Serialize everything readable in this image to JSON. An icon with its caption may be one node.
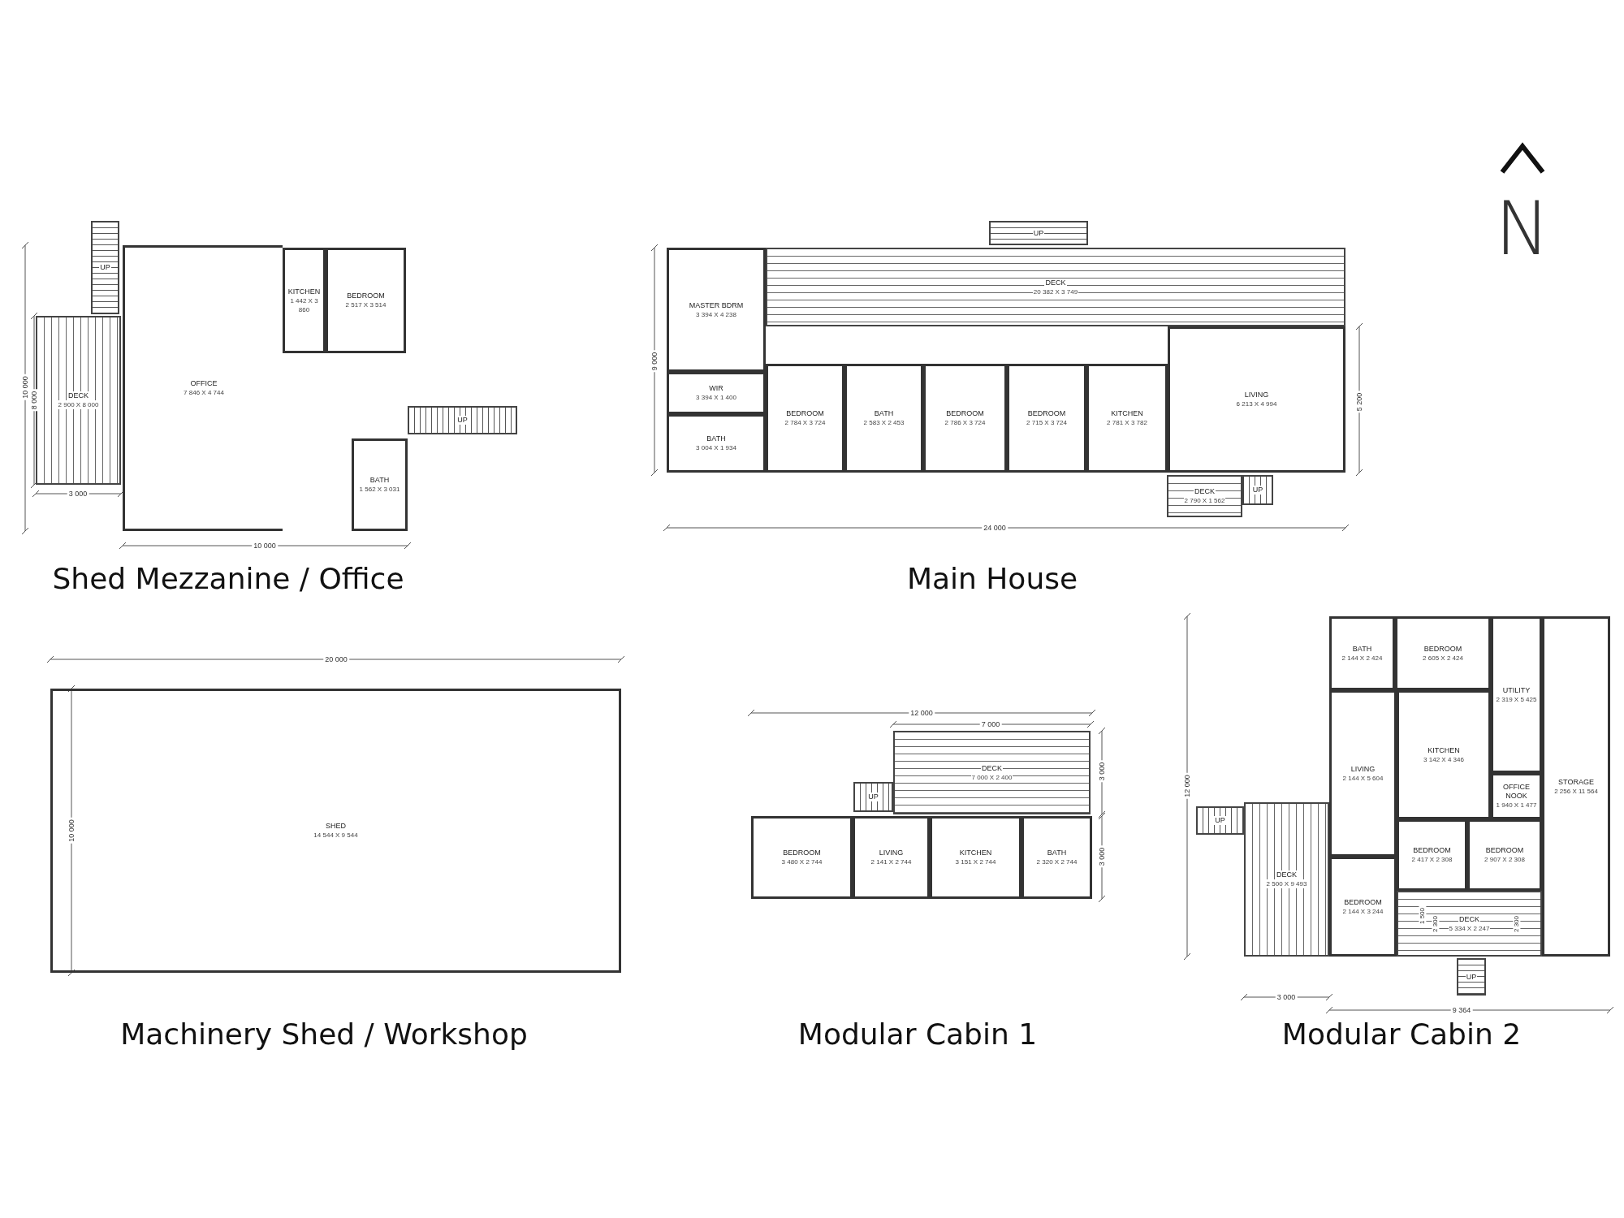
{
  "diagram": {
    "nodes": [
      {
        "text": [
          "Shed Mezzanine / Office"
        ]
      },
      {
        "text": [
          "UP"
        ],
        "in": 0
      },
      {
        "text": [
          "KITCHEN",
          "1 442 X 3 860"
        ],
        "in": 0
      },
      {
        "text": [
          "BEDROOM",
          "2 517 X 3 514"
        ],
        "in": 0
      },
      {
        "text": [
          "DECK",
          "2 900 X 8 000"
        ],
        "in": 0
      },
      {
        "text": [
          "OFFICE",
          "7 846 X 4 744"
        ],
        "in": 0
      },
      {
        "text": [
          "UP"
        ],
        "in": 0
      },
      {
        "text": [
          "BATH",
          "1 562 X 3 031"
        ],
        "in": 0
      },
      {
        "text": [
          "Main House"
        ]
      },
      {
        "text": [
          "UP"
        ],
        "in": 8
      },
      {
        "text": [
          "DECK",
          "20 382 X 3 749"
        ],
        "in": 8
      },
      {
        "text": [
          "MASTER BDRM",
          "3 394 X 4 238"
        ],
        "in": 8
      },
      {
        "text": [
          "LIVING",
          "6 213 X 4 994"
        ],
        "in": 8
      },
      {
        "text": [
          "WIR",
          "3 394 X 1 400"
        ],
        "in": 8
      },
      {
        "text": [
          "BEDROOM",
          "2 784 X 3 724"
        ],
        "in": 8
      },
      {
        "text": [
          "BATH",
          "2 583 X 2 453"
        ],
        "in": 8
      },
      {
        "text": [
          "BEDROOM",
          "2 786 X 3 724"
        ],
        "in": 8
      },
      {
        "text": [
          "BEDROOM",
          "2 715 X 3 724"
        ],
        "in": 8
      },
      {
        "text": [
          "KITCHEN",
          "2 781 X 3 782"
        ],
        "in": 8
      },
      {
        "text": [
          "BATH",
          "3 004 X 1 934"
        ],
        "in": 8
      },
      {
        "text": [
          "DECK",
          "2 790 X 1 562"
        ],
        "in": 8
      },
      {
        "text": [
          "UP"
        ],
        "in": 8
      },
      {
        "text": [
          "Machinery Shed / Workshop"
        ]
      },
      {
        "text": [
          "SHED",
          "14 544 X 9 544"
        ],
        "in": 22
      },
      {
        "text": [
          "Modular Cabin 1"
        ]
      },
      {
        "text": [
          "DECK",
          "7 000 X 2 400"
        ],
        "in": 24
      },
      {
        "text": [
          "UP"
        ],
        "in": 24
      },
      {
        "text": [
          "BEDROOM",
          "3 480 X 2 744"
        ],
        "in": 24
      },
      {
        "text": [
          "LIVING",
          "2 141 X 2 744"
        ],
        "in": 24
      },
      {
        "text": [
          "KITCHEN",
          "3 151 X 2 744"
        ],
        "in": 24
      },
      {
        "text": [
          "BATH",
          "2 320 X 2 744"
        ],
        "in": 24
      },
      {
        "text": [
          "Modular Cabin 2"
        ]
      },
      {
        "text": [
          "BATH",
          "2 144 X 2 424"
        ],
        "in": 31
      },
      {
        "text": [
          "BEDROOM",
          "2 605 X 2 424"
        ],
        "in": 31
      },
      {
        "text": [
          "UTILITY",
          "2 319 X 5 425"
        ],
        "in": 31
      },
      {
        "text": [
          "LIVING",
          "2 144 X 5 604"
        ],
        "in": 31
      },
      {
        "text": [
          "KITCHEN",
          "3 142 X 4 346"
        ],
        "in": 31
      },
      {
        "text": [
          "OFFICE NOOK",
          "1 940 X 1 477"
        ],
        "in": 31
      },
      {
        "text": [
          "STORAGE",
          "2 256 X 11 564"
        ],
        "in": 31
      },
      {
        "text": [
          "UP"
        ],
        "in": 31
      },
      {
        "text": [
          "DECK",
          "2 500 X 9 493"
        ],
        "in": 31
      },
      {
        "text": [
          "BEDROOM",
          "2 417 X 2 308"
        ],
        "in": 31
      },
      {
        "text": [
          "BEDROOM",
          "2 907 X 2 308"
        ],
        "in": 31
      },
      {
        "text": [
          "BEDROOM",
          "2 144 X 3 244"
        ],
        "in": 31
      },
      {
        "text": [
          "DECK",
          "5 334 X 2 247"
        ],
        "in": 31
      },
      {
        "text": [
          "UP"
        ],
        "in": 31
      }
    ],
    "edges": [],
    "labels": [
      "N",
      "10 000",
      "8 000",
      "3 000",
      "10 000",
      "9 000",
      "5 200",
      "24 000",
      "20 000",
      "12 000",
      "7 000",
      "3 000",
      "12 000",
      "10 000",
      "3 000",
      "1 500",
      "2 300",
      "2 300",
      "3 000",
      "9 364"
    ]
  }
}
